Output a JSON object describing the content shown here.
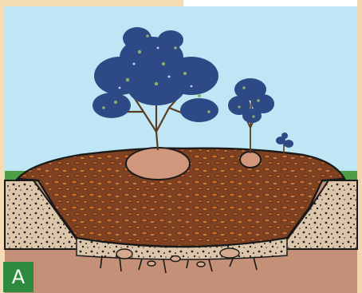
{
  "figure": {
    "panel_label": "A",
    "colors": {
      "sky": "#bfe6f4",
      "frame_left": "#f6dcb4",
      "grass": "#4f9d47",
      "gravel_bed": "#d8bfa3",
      "mound_soil": "#8a4a26",
      "soil_chunks": "#c7682f",
      "subsoil": "#c49078",
      "rocks": "#d4a98e",
      "foliage": "#2e4a86",
      "outline": "#1a1a1a",
      "label_background": "#2e8b3d"
    },
    "icons": [
      "large-shrub",
      "small-shrub",
      "seedling",
      "rock"
    ]
  }
}
